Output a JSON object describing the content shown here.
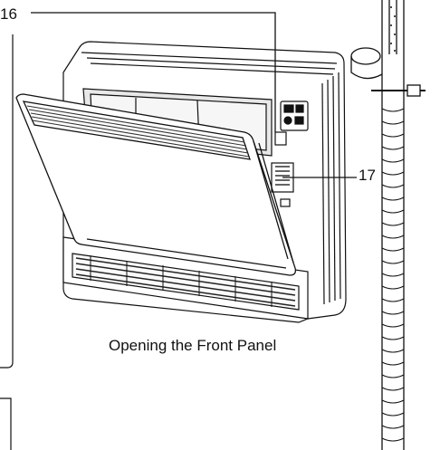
{
  "callouts": {
    "label_16": "16",
    "label_17": "17"
  },
  "caption": "Opening the Front Panel",
  "colors": {
    "line": "#111111",
    "panel_fill": "#ffffff",
    "grille": "#222222"
  }
}
